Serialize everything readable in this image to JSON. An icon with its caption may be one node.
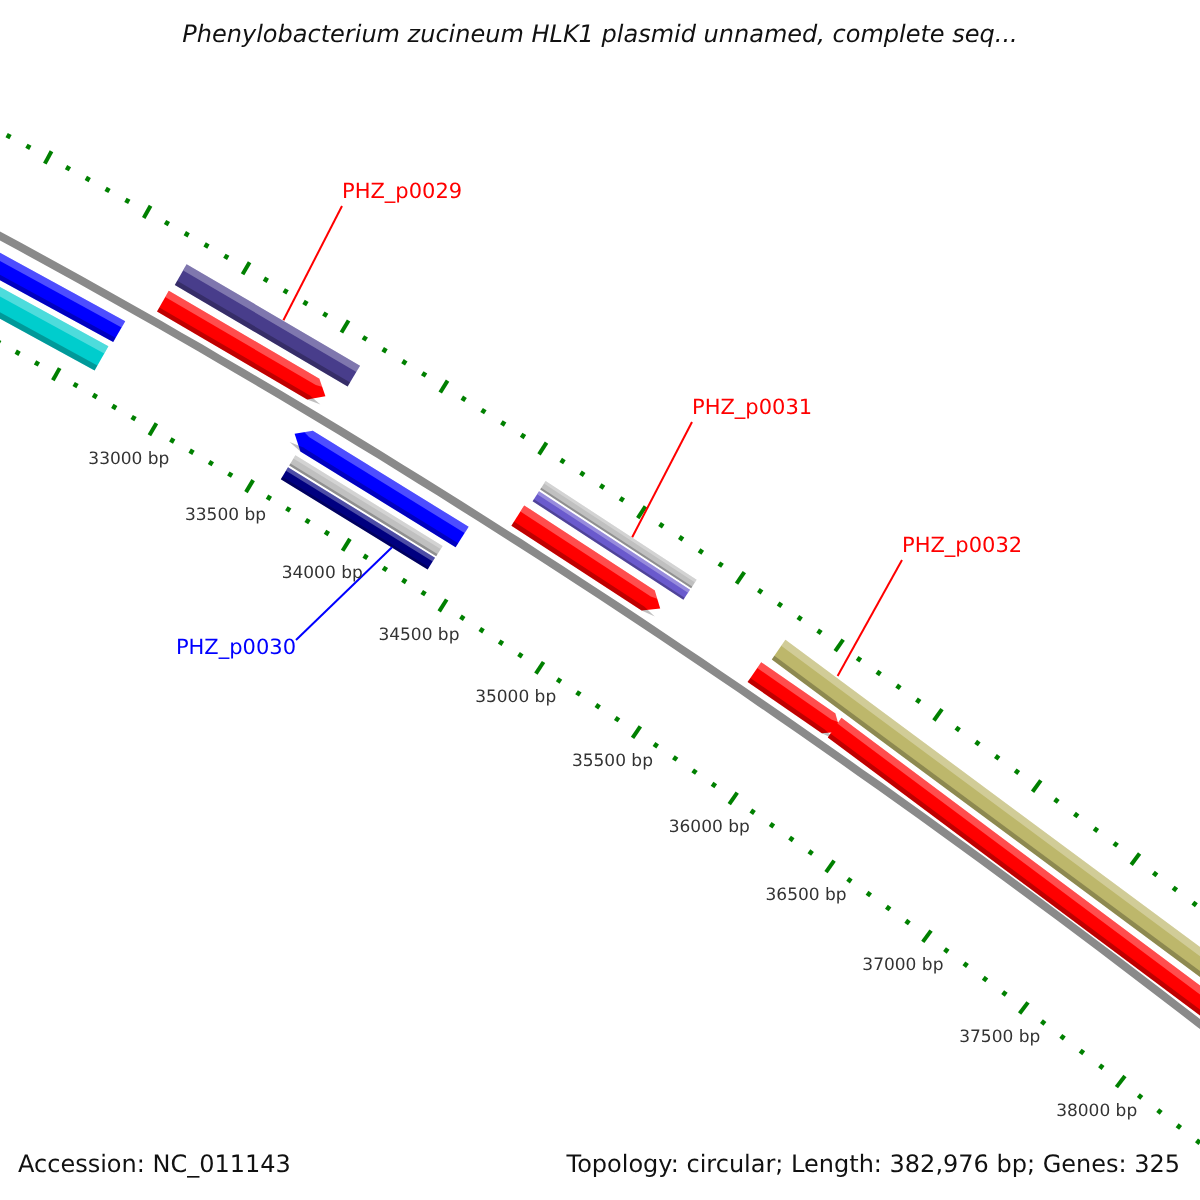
{
  "diagram": {
    "title": "Phenylobacterium zucineum HLK1 plasmid unnamed, complete seq...",
    "nodes": [
      {
        "text": [
          "PHZ_p0029"
        ]
      },
      {
        "text": [],
        "shape": "bar"
      },
      {
        "text": [
          "PHZ_p0031"
        ]
      },
      {
        "text": [],
        "shape": "bar"
      },
      {
        "text": [
          "PHZ_p0032"
        ]
      },
      {
        "text": [],
        "shape": "bar"
      },
      {
        "text": [],
        "shape": "bar"
      },
      {
        "text": [
          "PHZ_p0030"
        ]
      }
    ],
    "edges": [
      {
        "from": 0,
        "to": 1,
        "arrow": "none"
      },
      {
        "from": 2,
        "to": 3,
        "arrow": "none"
      },
      {
        "from": 4,
        "to": 5,
        "arrow": "none"
      },
      {
        "from": 7,
        "to": 6,
        "arrow": "none",
        "color": "#0000ff"
      }
    ],
    "labels": [
      "33000 bp",
      "33500 bp",
      "34000 bp",
      "34500 bp",
      "35000 bp",
      "35500 bp",
      "36000 bp",
      "36500 bp",
      "37000 bp",
      "37500 bp",
      "38000 bp",
      "Accession: NC_011143",
      "Topology: circular; Length: 382,976 bp; Genes: 325"
    ]
  }
}
